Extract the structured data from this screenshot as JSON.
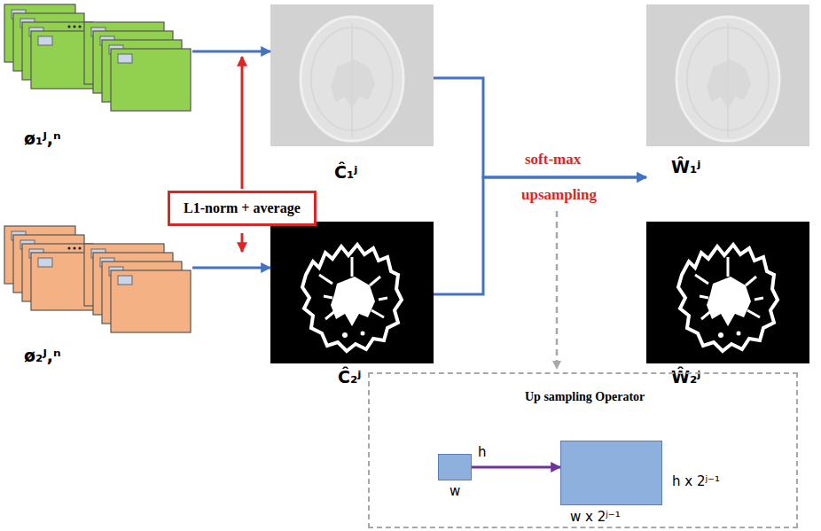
{
  "diagram": {
    "nodes": [
      {
        "text": [
          "ø₁ᴶ,ⁿ"
        ]
      },
      {
        "text": [
          "Ĉ₁ʲ"
        ]
      },
      {
        "text": [
          "Ŵ₁ʲ"
        ]
      },
      {
        "text": [
          "L1-norm + average"
        ]
      },
      {
        "text": [
          "ø₂ᴶ,ⁿ"
        ]
      },
      {
        "text": [
          "Ĉ₂ʲ"
        ]
      },
      {
        "text": [
          "Ŵ₂ʲ"
        ]
      },
      {
        "text": [
          "Up sampling Operator"
        ]
      },
      {
        "text": [
          "h",
          "w"
        ],
        "in": 7
      },
      {
        "text": [
          "h x 2ʲ⁻¹",
          "w x 2ʲ⁻¹"
        ],
        "in": 7
      }
    ],
    "edges": [
      {
        "from": 0,
        "to": 1,
        "arrow": "to"
      },
      {
        "from": 4,
        "to": 5,
        "arrow": "to"
      },
      {
        "from": 1,
        "to": 2,
        "arrow": "to"
      },
      {
        "from": 5,
        "to": 2,
        "arrow": "to"
      },
      {
        "from": 8,
        "to": 9,
        "arrow": "to"
      }
    ],
    "labels": [
      "soft-max",
      "upsampling"
    ]
  }
}
